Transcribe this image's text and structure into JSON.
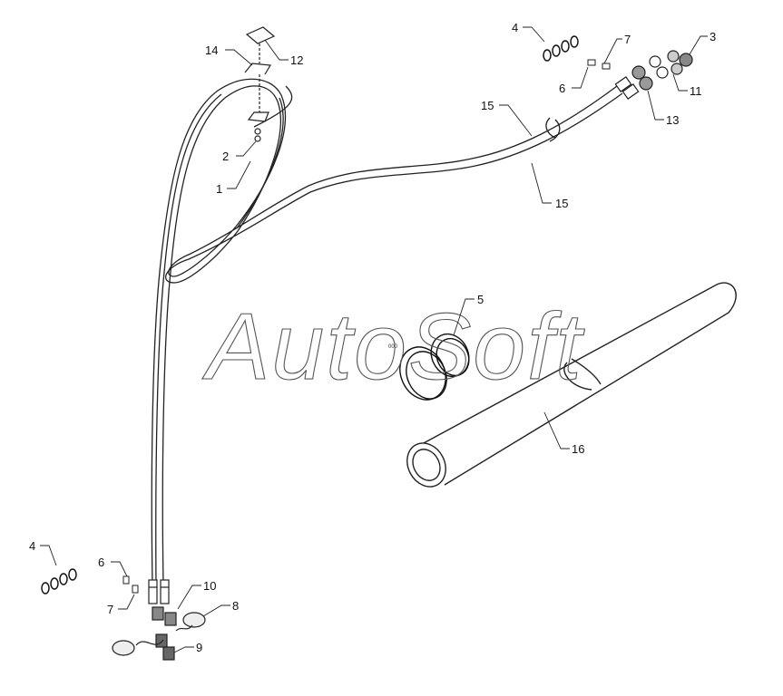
{
  "watermark": "AutoSoft",
  "callouts": [
    {
      "id": "c14",
      "label": "14"
    },
    {
      "id": "c12",
      "label": "12"
    },
    {
      "id": "c2",
      "label": "2"
    },
    {
      "id": "c1",
      "label": "1"
    },
    {
      "id": "c4a",
      "label": "4"
    },
    {
      "id": "c7a",
      "label": "7"
    },
    {
      "id": "c6a",
      "label": "6"
    },
    {
      "id": "c3",
      "label": "3"
    },
    {
      "id": "c11",
      "label": "11"
    },
    {
      "id": "c13",
      "label": "13"
    },
    {
      "id": "c15a",
      "label": "15"
    },
    {
      "id": "c15b",
      "label": "15"
    },
    {
      "id": "c5",
      "label": "5"
    },
    {
      "id": "c16",
      "label": "16"
    },
    {
      "id": "c4b",
      "label": "4"
    },
    {
      "id": "c6b",
      "label": "6"
    },
    {
      "id": "c7b",
      "label": "7"
    },
    {
      "id": "c10",
      "label": "10"
    },
    {
      "id": "c8",
      "label": "8"
    },
    {
      "id": "c9",
      "label": "9"
    }
  ],
  "clamp_marking": "000"
}
